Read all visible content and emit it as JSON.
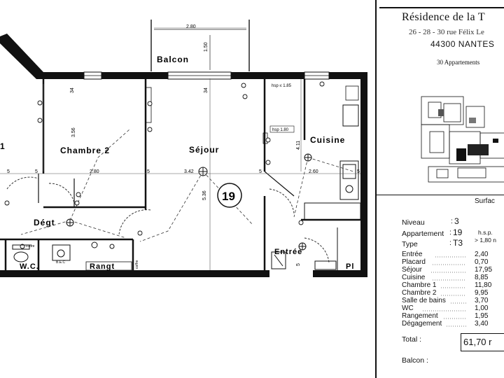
{
  "plan": {
    "rooms": {
      "chambre1": "1",
      "chambre2": "Chambre 2",
      "sejour": "Séjour",
      "cuisine": "Cuisine",
      "balcon": "Balcon",
      "degt": "Dégt",
      "wc": "W.C.",
      "rangt": "Rangt",
      "entree": "Entrée",
      "pl": "Pl"
    },
    "apartment_number": "19",
    "dimensions": {
      "balcon_width": "2.80",
      "balcon_depth": "1.50",
      "chambre2_depth": "3.56",
      "chambre2_width": "2.80",
      "sejour_width": "3.42",
      "sejour_length": "5.36",
      "cuisine_depth": "4.11",
      "cuisine_width": "2.60",
      "wall_34_a": "34",
      "wall_34_b": "34",
      "wall_5_a": "5",
      "wall_5_b": "5",
      "wall_5_c": "5",
      "wall_5_d": "5",
      "wall_5_e": "5",
      "wall_5_f": "5"
    },
    "notes": {
      "hsp_185": "hsp ≤ 1.85",
      "hsp_180": "hsp 1.80",
      "coffre": "coffre",
      "bec": "B.E.C"
    }
  },
  "panel": {
    "title": "Résidence de la T",
    "address": "26 - 28 - 30 rue Félix Le",
    "city": "44300 NANTES",
    "apartments_count": "30 Appartements",
    "info": {
      "niveau_label": "Niveau",
      "niveau_value": "3",
      "appartement_label": "Appartement",
      "appartement_value": "19",
      "type_label": "Type",
      "type_value": "T3",
      "surface_header": "Surfac",
      "hsp_line1": "h.s.p.",
      "hsp_line2": "> 1,80 n"
    },
    "rooms": [
      {
        "name": "Entrée",
        "value": "2,40"
      },
      {
        "name": "Placard",
        "value": "0,70"
      },
      {
        "name": "Séjour",
        "value": "17,95"
      },
      {
        "name": "Cuisine",
        "value": "8,85"
      },
      {
        "name": "Chambre 1",
        "value": "11,80"
      },
      {
        "name": "Chambre 2",
        "value": "9,95"
      },
      {
        "name": "Salle de bains",
        "value": "3,70"
      },
      {
        "name": "WC",
        "value": "1,00"
      },
      {
        "name": "Rangement",
        "value": "1,95"
      },
      {
        "name": "Dégagement",
        "value": "3,40"
      }
    ],
    "total_label": "Total :",
    "total_value": "61,70 r",
    "balcon_label": "Balcon :"
  }
}
